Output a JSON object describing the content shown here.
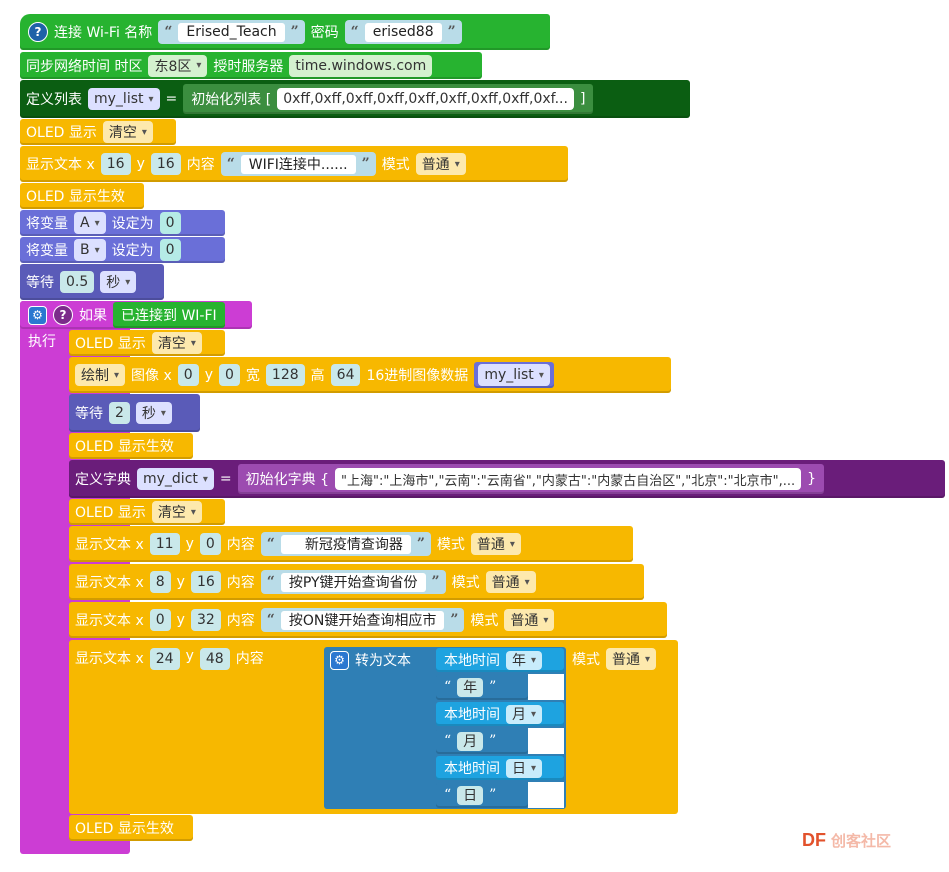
{
  "colors": {
    "wifi_green": "#27b330",
    "list_green": "#0b5e12",
    "oled_yellow": "#f7b800",
    "variable_purple": "#6a6fd8",
    "wait_purple": "#5a5bb8",
    "if_magenta": "#cc3dd4",
    "dict_purple": "#6a1d7a",
    "text_blue": "#2f7fb5"
  },
  "wifi": {
    "label": "连接 Wi-Fi 名称",
    "ssid": "Erised_Teach",
    "pwd_label": "密码",
    "pwd": "erised88",
    "help_icon": "question-icon"
  },
  "ntp": {
    "label": "同步网络时间 时区",
    "zone": "东8区",
    "server_label": "授时服务器",
    "server": "time.windows.com"
  },
  "list": {
    "label": "定义列表",
    "name": "my_list",
    "eq": "=",
    "init_label": "初始化列表 [",
    "value": "0xff,0xff,0xff,0xff,0xff,0xff,0xff,0xff,0xf...",
    "close": "]"
  },
  "oled1": {
    "label": "OLED 显示",
    "mode": "清空"
  },
  "text1": {
    "label": "显示文本 x",
    "x": "16",
    "ylabel": "y",
    "y": "16",
    "content_label": "内容",
    "content": "WIFI连接中......",
    "mode_label": "模式",
    "mode": "普通"
  },
  "show1": {
    "label": "OLED 显示生效"
  },
  "varA": {
    "label": "将变量",
    "name": "A",
    "set_label": "设定为",
    "value": "0"
  },
  "varB": {
    "label": "将变量",
    "name": "B",
    "set_label": "设定为",
    "value": "0"
  },
  "wait1": {
    "label": "等待",
    "value": "0.5",
    "unit": "秒"
  },
  "ifblk": {
    "label": "如果",
    "cond": "已连接到 WI-FI",
    "do_label": "执行",
    "gear_icon": "gear-icon",
    "help_icon": "question-icon"
  },
  "oled2": {
    "label": "OLED 显示",
    "mode": "清空"
  },
  "draw": {
    "label": "绘制",
    "img_label": "图像 x",
    "x": "0",
    "ylabel": "y",
    "y": "0",
    "w_label": "宽",
    "w": "128",
    "h_label": "高",
    "h": "64",
    "data_label": "16进制图像数据",
    "data": "my_list"
  },
  "wait2": {
    "label": "等待",
    "value": "2",
    "unit": "秒"
  },
  "show2": {
    "label": "OLED 显示生效"
  },
  "dict": {
    "label": "定义字典",
    "name": "my_dict",
    "eq": "=",
    "init_label": "初始化字典 {",
    "value": "\"上海\":\"上海市\",\"云南\":\"云南省\",\"内蒙古\":\"内蒙古自治区\",\"北京\":\"北京市\",...",
    "close": "}"
  },
  "oled3": {
    "label": "OLED 显示",
    "mode": "清空"
  },
  "text2": {
    "label": "显示文本 x",
    "x": "11",
    "ylabel": "y",
    "y": "0",
    "content_label": "内容",
    "content": "新冠疫情查询器",
    "mode_label": "模式",
    "mode": "普通"
  },
  "text3": {
    "label": "显示文本 x",
    "x": "8",
    "ylabel": "y",
    "y": "16",
    "content_label": "内容",
    "content": "按PY键开始查询省份",
    "mode_label": "模式",
    "mode": "普通"
  },
  "text4": {
    "label": "显示文本 x",
    "x": "0",
    "ylabel": "y",
    "y": "32",
    "content_label": "内容",
    "content": "按ON键开始查询相应市",
    "mode_label": "模式",
    "mode": "普通"
  },
  "text5": {
    "label": "显示文本 x",
    "x": "24",
    "ylabel": "y",
    "y": "48",
    "content_label": "内容",
    "mode_label": "模式",
    "mode": "普通",
    "tostr_label": "转为文本",
    "items": [
      {
        "time_label": "本地时间",
        "unit": "年",
        "str": "年"
      },
      {
        "time_label": "本地时间",
        "unit": "月",
        "str": "月"
      },
      {
        "time_label": "本地时间",
        "unit": "日",
        "str": "日"
      }
    ]
  },
  "show3": {
    "label": "OLED 显示生效"
  },
  "watermark": {
    "brand": "DF",
    "text": "创客社区"
  }
}
